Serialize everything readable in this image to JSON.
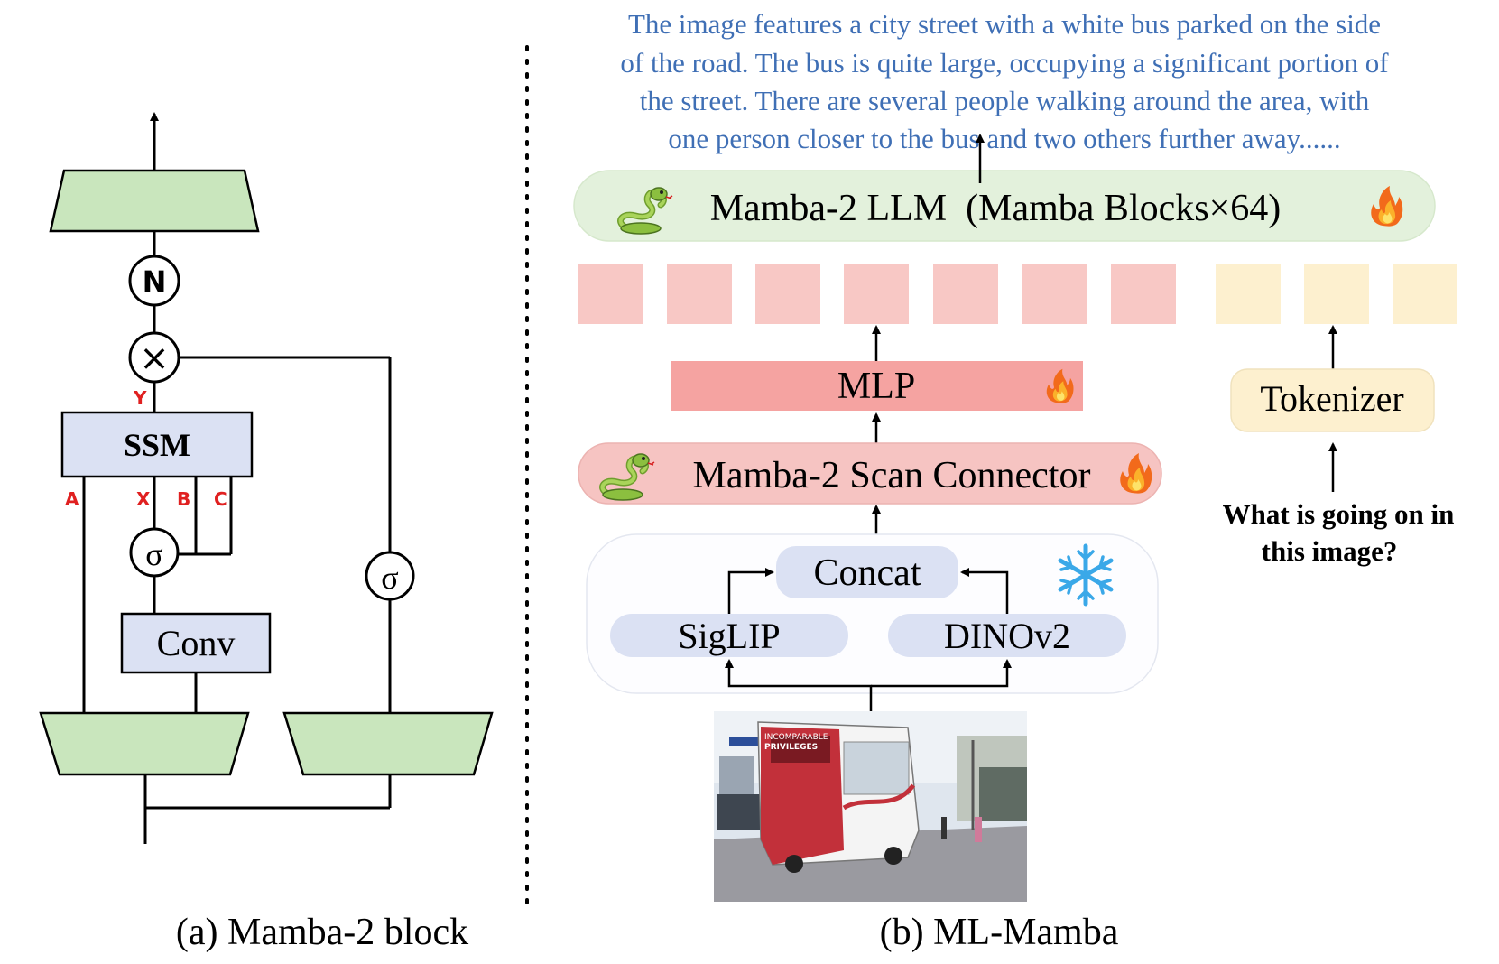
{
  "left_panel": {
    "caption": "(a) Mamba-2 block",
    "norm_symbol": "N",
    "mult_symbol": "×",
    "sigma_symbol": "σ",
    "ssm_label": "SSM",
    "conv_label": "Conv",
    "label_y": "Y",
    "label_a": "A",
    "label_x": "X",
    "label_b": "B",
    "label_c": "C"
  },
  "right_panel": {
    "caption": "(b) ML-Mamba",
    "output_text_lines": [
      "The image features a city street with a white bus parked on the side",
      "of the road. The bus is quite large, occupying a significant portion of",
      "the street. There are several people walking around the area, with",
      "one person closer to the bus and two others further away......"
    ],
    "llm_label": "Mamba-2 LLM  (Mamba Blocks×64)",
    "mlp_label": "MLP",
    "connector_label": "Mamba-2 Scan Connector",
    "concat_label": "Concat",
    "siglip_label": "SigLIP",
    "dinov2_label": "DINOv2",
    "tokenizer_label": "Tokenizer",
    "question_lines": [
      "What is going on in",
      "this image?"
    ],
    "photo_texts": [
      "INCOMPARABLE",
      "PRIVILEGES"
    ]
  },
  "colors": {
    "trapezoid_green": "#c9e6bd",
    "ssm_blue": "#dbe1f3",
    "output_text_blue": "#3f6fb5",
    "llm_green": "#e3f1dc",
    "visual_token_pink": "#f8c8c5",
    "text_token_yellow": "#fdf0cf",
    "mlp_red": "#f5a3a1",
    "connector_pink": "#f6c4c2",
    "encoder_blue": "#dbe1f3",
    "tokenizer_yellow": "#fdf0cf",
    "fire_orange": "#f26a1b",
    "snowflake_blue": "#3aa8e8",
    "snake_green": "#8bbf3f",
    "annotation_red": "#e02020"
  },
  "icons": [
    "snake-icon",
    "fire-icon",
    "snowflake-icon",
    "bus-photo"
  ]
}
